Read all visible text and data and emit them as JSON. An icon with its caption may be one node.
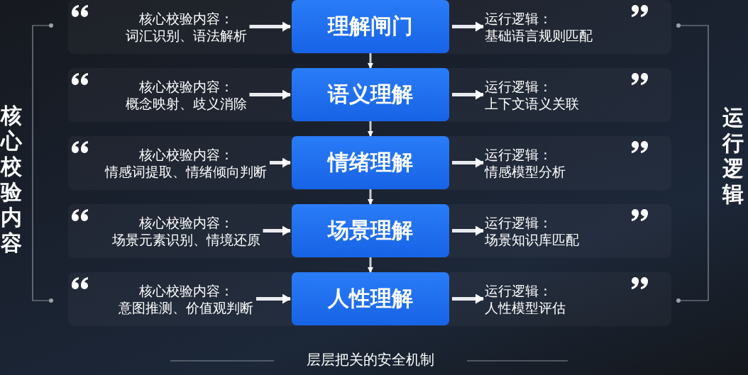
{
  "diagram": {
    "caption": "层层把关的安全机制",
    "nodes": [
      {
        "text": [
          "核心校验内容：",
          "词汇识别、语法解析"
        ]
      },
      {
        "text": [
          "理解闸门"
        ]
      },
      {
        "text": [
          "运行逻辑：",
          "基础语言规则匹配"
        ]
      },
      {
        "text": [
          "核心校验内容：",
          "概念映射、歧义消除"
        ]
      },
      {
        "text": [
          "语义理解"
        ]
      },
      {
        "text": [
          "运行逻辑：",
          "上下文语义关联"
        ]
      },
      {
        "text": [
          "核心校验内容：",
          "情感词提取、情绪倾向判断"
        ]
      },
      {
        "text": [
          "情绪理解"
        ]
      },
      {
        "text": [
          "运行逻辑：",
          "情感模型分析"
        ]
      },
      {
        "text": [
          "核心校验内容：",
          "场景元素识别、情境还原"
        ]
      },
      {
        "text": [
          "场景理解"
        ]
      },
      {
        "text": [
          "运行逻辑：",
          "场景知识库匹配"
        ]
      },
      {
        "text": [
          "核心校验内容：",
          "意图推测、价值观判断"
        ]
      },
      {
        "text": [
          "人性理解"
        ]
      },
      {
        "text": [
          "运行逻辑：",
          "人性模型评估"
        ]
      }
    ],
    "edges": [
      {
        "from": 0,
        "to": 1,
        "arrow": "to"
      },
      {
        "from": 1,
        "to": 2,
        "arrow": "to"
      },
      {
        "from": 3,
        "to": 4,
        "arrow": "to"
      },
      {
        "from": 4,
        "to": 5,
        "arrow": "to"
      },
      {
        "from": 6,
        "to": 7,
        "arrow": "to"
      },
      {
        "from": 7,
        "to": 8,
        "arrow": "to"
      },
      {
        "from": 9,
        "to": 10,
        "arrow": "to"
      },
      {
        "from": 10,
        "to": 11,
        "arrow": "to"
      },
      {
        "from": 12,
        "to": 13,
        "arrow": "to"
      },
      {
        "from": 13,
        "to": 14,
        "arrow": "to"
      },
      {
        "from": 1,
        "to": 4,
        "arrow": "to"
      },
      {
        "from": 4,
        "to": 7,
        "arrow": "to"
      },
      {
        "from": 7,
        "to": 10,
        "arrow": "to"
      },
      {
        "from": 10,
        "to": 13,
        "arrow": "to"
      }
    ],
    "labels": [
      "核心校验内容",
      "运行逻辑"
    ]
  }
}
